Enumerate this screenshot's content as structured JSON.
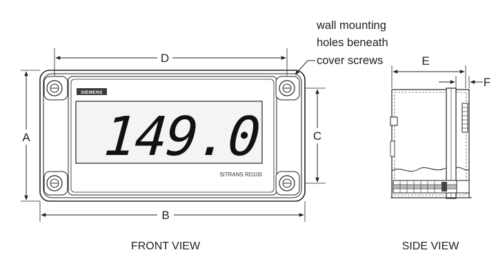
{
  "title": "",
  "front_view": {
    "caption": "FRONT VIEW",
    "brand_label": "SIEMENS",
    "display_value": "149.0",
    "model_label": "SITRANS RD100",
    "dimensions": {
      "A": "A",
      "B": "B",
      "C": "C",
      "D": "D"
    }
  },
  "side_view": {
    "caption": "SIDE VIEW",
    "dimensions": {
      "E": "E",
      "F": "F"
    }
  },
  "annotation": {
    "line1": "wall mounting",
    "line2": "holes beneath",
    "line3": "cover screws"
  },
  "colors": {
    "stroke": "#222222",
    "brand_bg": "#3a3a3a",
    "display_bg": "#f4f4f4"
  }
}
